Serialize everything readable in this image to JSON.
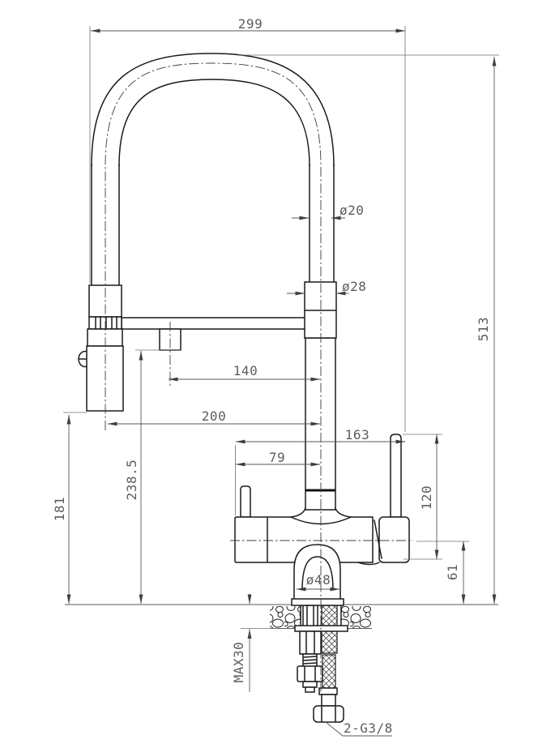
{
  "drawing": {
    "title": "kitchen faucet with pull-down spray hose - dimensioned front view",
    "units": "mm"
  },
  "dims": {
    "overall_width": "299",
    "overall_height": "513",
    "spout_tube_diameter": "ø20",
    "collar_diameter": "ø28",
    "bracket_offset": "140",
    "spray_reach": "200",
    "handle_span": "163",
    "body_offset": "79",
    "handle_height": "120",
    "body_center_height": "61",
    "spray_outlet_height": "181",
    "arm_height": "238.5",
    "base_diameter": "ø48",
    "counter_thickness": "MAX30",
    "connection_thread": "2-G3/8"
  }
}
